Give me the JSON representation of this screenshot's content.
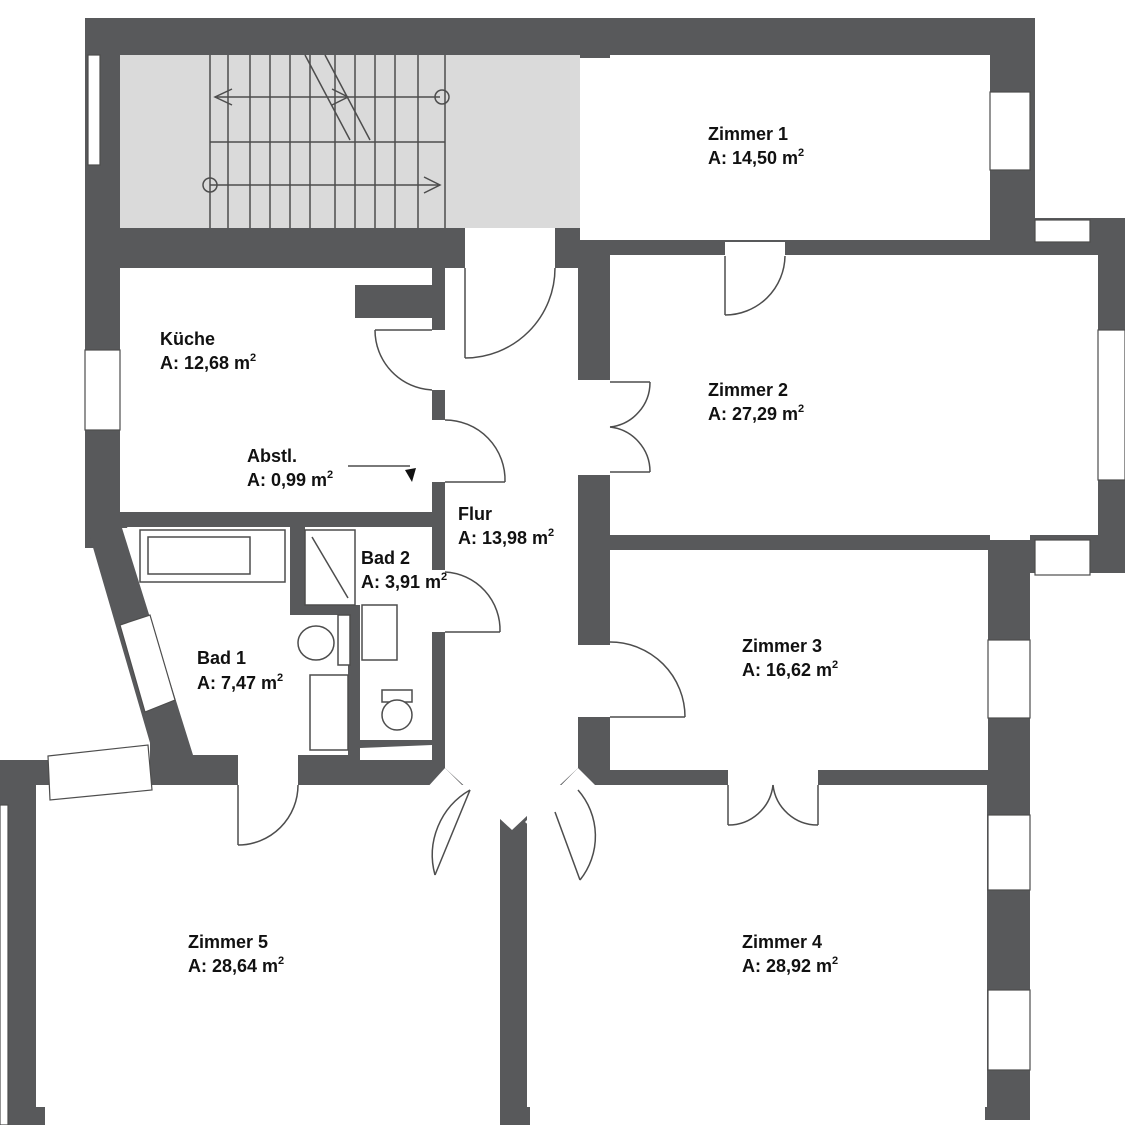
{
  "rooms": {
    "zimmer1": {
      "name": "Zimmer 1",
      "area": "A: 14,50 m",
      "unit_sup": "2"
    },
    "zimmer2": {
      "name": "Zimmer 2",
      "area": "A: 27,29 m",
      "unit_sup": "2"
    },
    "zimmer3": {
      "name": "Zimmer 3",
      "area": "A: 16,62 m",
      "unit_sup": "2"
    },
    "zimmer4": {
      "name": "Zimmer 4",
      "area": "A: 28,92 m",
      "unit_sup": "2"
    },
    "zimmer5": {
      "name": "Zimmer 5",
      "area": "A: 28,64 m",
      "unit_sup": "2"
    },
    "kueche": {
      "name": "Küche",
      "area": "A: 12,68 m",
      "unit_sup": "2"
    },
    "abstl": {
      "name": "Abstl.",
      "area": "A: 0,99 m",
      "unit_sup": "2"
    },
    "flur": {
      "name": "Flur",
      "area": "A: 13,98 m",
      "unit_sup": "2"
    },
    "bad1": {
      "name": "Bad 1",
      "area": "A: 7,47 m",
      "unit_sup": "2"
    },
    "bad2": {
      "name": "Bad 2",
      "area": "A: 3,91 m",
      "unit_sup": "2"
    }
  },
  "colors": {
    "wall": "#58595b",
    "stairwell": "#dadada",
    "floor": "#ffffff"
  }
}
